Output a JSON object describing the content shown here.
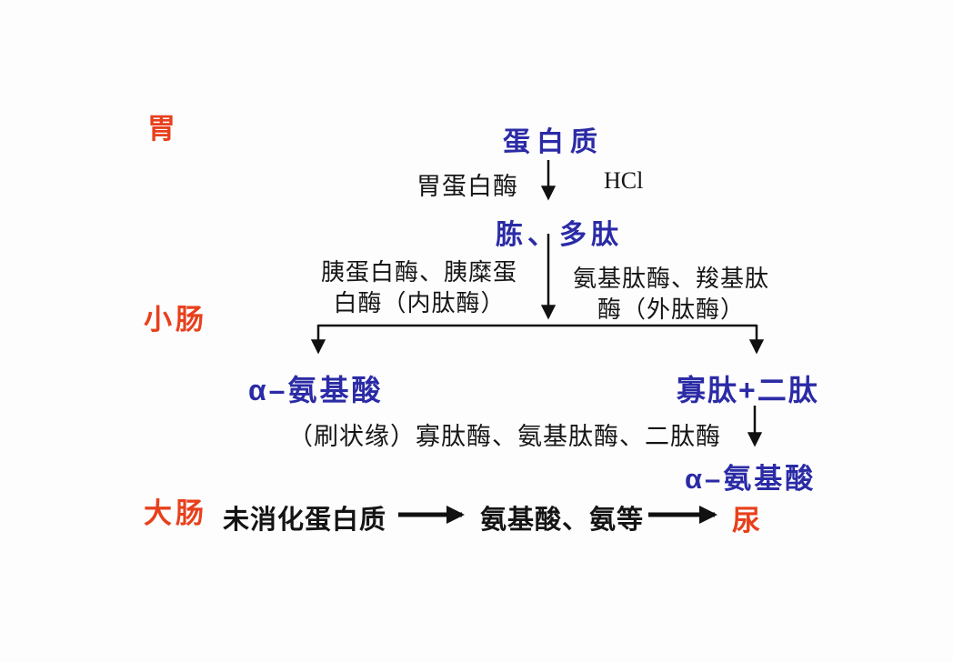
{
  "colors": {
    "node_blue": "#2b2ba6",
    "stage_red": "#e8401c",
    "line_black": "#111111"
  },
  "diagram": {
    "title_implicit": "蛋白质消化流程",
    "stages": {
      "stomach": "胃",
      "small_intestine": "小肠",
      "large_intestine": "大肠"
    },
    "nodes": {
      "protein": "蛋白质",
      "peptones_polypeptides": "胨、多肽",
      "alpha_amino_acid_left": "α–氨基酸",
      "oligo_di_peptides": "寡肽+二肽",
      "alpha_amino_acid_right": "α–氨基酸",
      "undigested_protein": "未消化蛋白质",
      "amino_acids_ammonia": "氨基酸、氨等",
      "urine": "尿"
    },
    "enzymes": {
      "pepsin": "胃蛋白酶",
      "hcl": "HCl",
      "pancreatic_line1": "胰蛋白酶、胰糜蛋",
      "pancreatic_line2": "白酶（内肽酶）",
      "peptidase_line1": "氨基肽酶、羧基肽",
      "peptidase_line2": "酶（外肽酶）",
      "brush_border": "（刷状缘）寡肽酶、氨基肽酶、二肽酶"
    }
  }
}
